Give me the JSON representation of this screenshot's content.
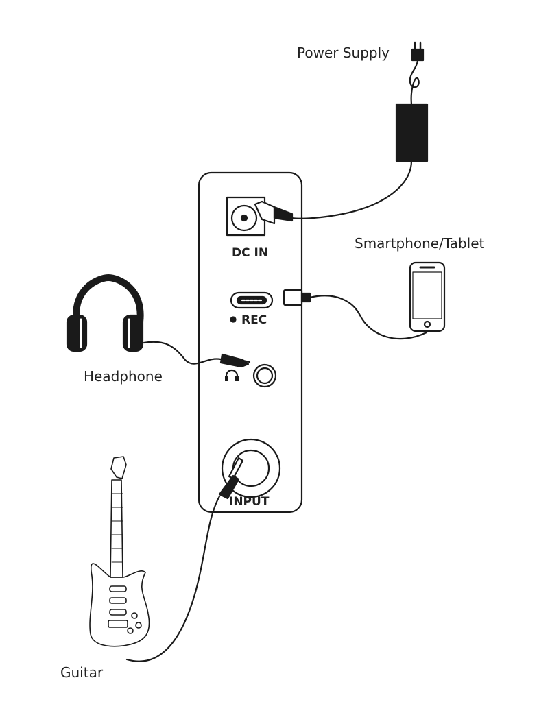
{
  "labels": {
    "power_supply": "Power Supply",
    "smartphone": "Smartphone/Tablet",
    "headphone": "Headphone",
    "guitar": "Guitar"
  },
  "device": {
    "dc_in": "DC IN",
    "rec": "REC",
    "input": "INPUT"
  },
  "colors": {
    "line": "#1a1a1a",
    "fill": "#ffffff"
  }
}
